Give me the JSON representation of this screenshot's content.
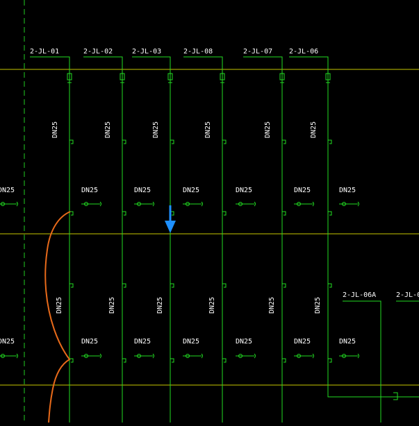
{
  "drawing": {
    "pipe_tags_top": [
      "2-JL-01",
      "2-JL-02",
      "2-JL-03",
      "2-JL-08",
      "2-JL-07",
      "2-JL-06"
    ],
    "pipe_tags_lower": [
      "2-JL-06A",
      "2-JL-0"
    ],
    "riser_size_label": "DN25",
    "branch_size_label": "DN25"
  },
  "colors": {
    "background": "#000000",
    "pipe": "#22dd22",
    "floor_line": "#c8c800",
    "grid_axis": "#22cc22",
    "text": "#ffffff",
    "annotation_stroke": "#e86a1a",
    "cursor_arrow": "#1e90ff"
  }
}
